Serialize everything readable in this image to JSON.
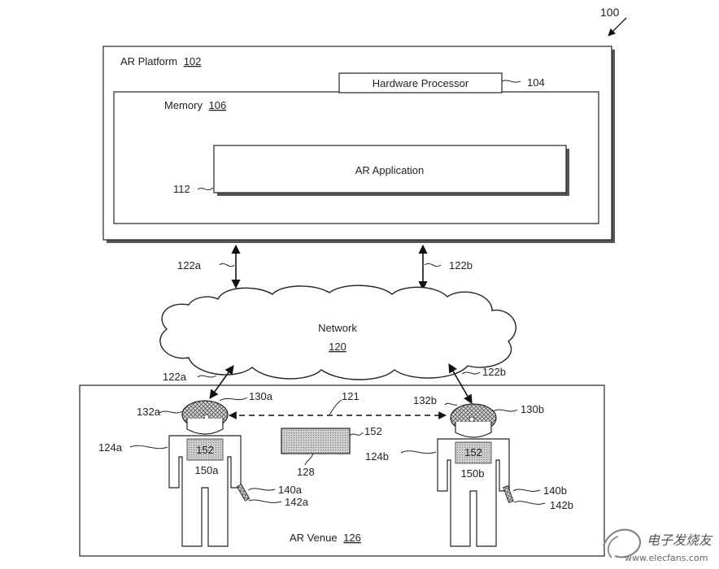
{
  "figure": {
    "ref_system": "100"
  },
  "platform": {
    "title": "AR Platform",
    "ref": "102",
    "processor": {
      "label": "Hardware Processor",
      "ref": "104"
    },
    "memory": {
      "title": "Memory",
      "ref": "106",
      "app": {
        "label": "AR Application",
        "ref": "112"
      }
    }
  },
  "links": {
    "top_left": "122a",
    "top_right": "122b",
    "bottom_left": "122a",
    "bottom_right": "122b",
    "between_users": "121"
  },
  "network": {
    "label": "Network",
    "ref": "120"
  },
  "venue": {
    "title": "AR Venue",
    "ref": "126",
    "display": {
      "ref": "152",
      "ref_item": "128"
    },
    "user_a": {
      "body_ref": "124a",
      "headset_ref": "130a",
      "sensor_ref": "132a",
      "shirt_label": "152",
      "shirt_ref": "150a",
      "device_ref": "140a",
      "device_sub_ref": "142a"
    },
    "user_b": {
      "body_ref": "124b",
      "headset_ref": "130b",
      "sensor_ref": "132b",
      "shirt_label": "152",
      "shirt_ref": "150b",
      "device_ref": "140b",
      "device_sub_ref": "142b"
    }
  },
  "watermark": {
    "cn": "电子发烧友",
    "url": "www.elecfans.com"
  }
}
